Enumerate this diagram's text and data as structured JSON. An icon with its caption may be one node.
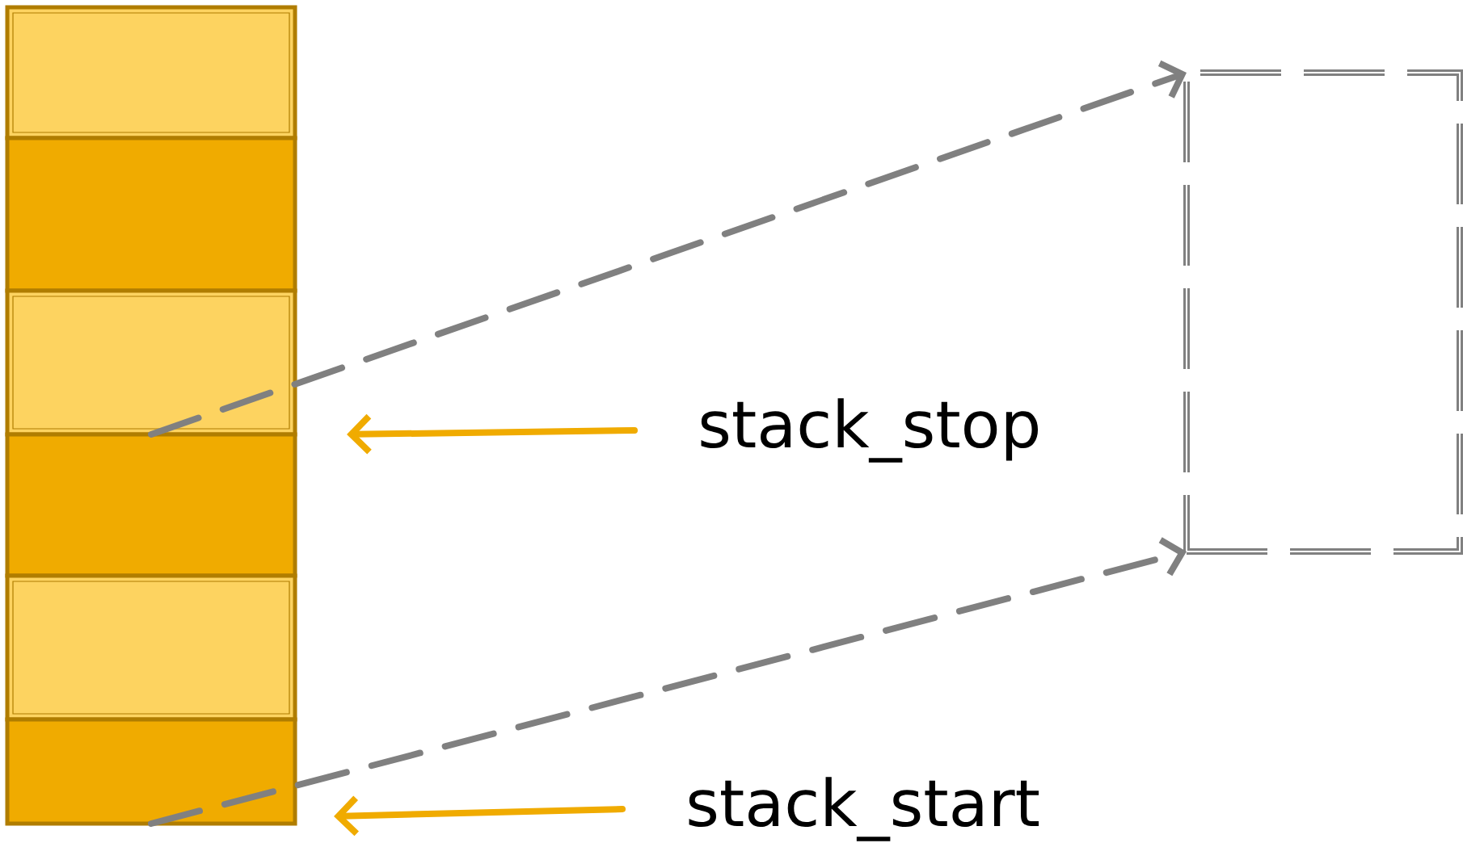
{
  "diagram": {
    "nodes": [
      {
        "text": [],
        "shape": "box"
      },
      {
        "text": [],
        "shape": "box"
      },
      {
        "text": [],
        "shape": "box"
      },
      {
        "text": [],
        "shape": "box"
      },
      {
        "text": [],
        "shape": "box"
      },
      {
        "text": [],
        "shape": "box"
      },
      {
        "text": [],
        "shape": "box"
      },
      {
        "text": [
          "stack_stop"
        ]
      },
      {
        "text": [
          "stack_start"
        ]
      }
    ],
    "edges": [
      {
        "from": 2,
        "to": 6,
        "arrow": "to",
        "style": "dashed",
        "color": "#808080"
      },
      {
        "from": 5,
        "to": 6,
        "arrow": "to",
        "style": "dashed",
        "color": "#808080"
      },
      {
        "from": 7,
        "to": null,
        "arrow": "to",
        "color": "#f0ab00"
      },
      {
        "from": 8,
        "to": null,
        "arrow": "to",
        "color": "#f0ab00"
      }
    ]
  }
}
